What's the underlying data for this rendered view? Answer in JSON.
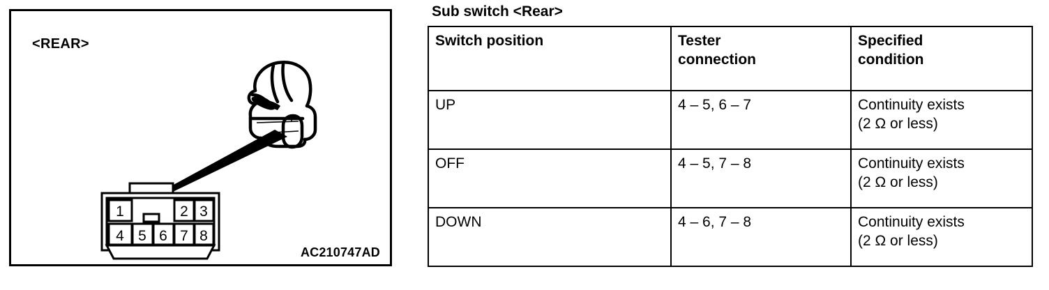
{
  "diagram": {
    "orientation_label": "<REAR>",
    "part_code": "AC210747AD",
    "illustration_name": "sub-switch-rear-assembly",
    "connector": {
      "name": "8-pin-connector-pinout",
      "top_row": [
        "1",
        "",
        "",
        "2",
        "3"
      ],
      "bottom_row": [
        "4",
        "5",
        "6",
        "7",
        "8"
      ],
      "pins": [
        "1",
        "2",
        "3",
        "4",
        "5",
        "6",
        "7",
        "8"
      ]
    }
  },
  "table": {
    "title": "Sub switch <Rear>",
    "headers": [
      "Switch position",
      {
        "line1": "Tester",
        "line2": "connection"
      },
      {
        "line1": "Specified",
        "line2": "condition"
      }
    ],
    "rows": [
      {
        "position": "UP",
        "tester_connection": "4 – 5, 6 – 7",
        "condition_line1": "Continuity exists",
        "condition_line2": "(2 Ω or less)"
      },
      {
        "position": "OFF",
        "tester_connection": "4 – 5, 7 – 8",
        "condition_line1": "Continuity exists",
        "condition_line2": "(2 Ω or less)"
      },
      {
        "position": "DOWN",
        "tester_connection": "4 – 6, 7 – 8",
        "condition_line1": "Continuity exists",
        "condition_line2": "(2 Ω or less)"
      }
    ]
  },
  "colors": {
    "ink": "#000000",
    "paper": "#ffffff"
  }
}
